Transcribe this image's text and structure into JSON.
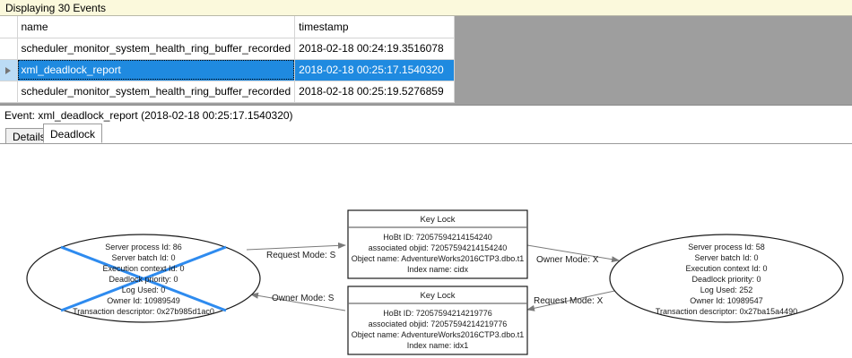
{
  "banner": {
    "text": "Displaying 30 Events"
  },
  "grid": {
    "columns": [
      "name",
      "timestamp"
    ],
    "rows": [
      {
        "selected": false,
        "name": "scheduler_monitor_system_health_ring_buffer_recorded",
        "timestamp": "2018-02-18 00:24:19.3516078"
      },
      {
        "selected": true,
        "name": "xml_deadlock_report",
        "timestamp": "2018-02-18 00:25:17.1540320"
      },
      {
        "selected": false,
        "name": "scheduler_monitor_system_health_ring_buffer_recorded",
        "timestamp": "2018-02-18 00:25:19.5276859"
      }
    ],
    "selection_indicator": "row-selector-triangle",
    "colors": {
      "selection": "#1f8ae0",
      "selector_bg": "#bcdcf5",
      "empty_area": "#9e9e9e"
    }
  },
  "event": {
    "header": "Event: xml_deadlock_report (2018-02-18 00:25:17.1540320)",
    "tabs": [
      {
        "label": "Details",
        "active": false
      },
      {
        "label": "Deadlock",
        "active": true
      }
    ]
  },
  "deadlock": {
    "victim_color": "#2e8bef",
    "process_left": {
      "victim": true,
      "lines": [
        "Server process Id: 86",
        "Server batch Id: 0",
        "Execution context Id: 0",
        "Deadlock priority: 0",
        "Log Used: 0",
        "Owner Id: 10989549",
        "Transaction descriptor: 0x27b985d1ac0"
      ]
    },
    "process_right": {
      "victim": false,
      "lines": [
        "Server process Id: 58",
        "Server batch Id: 0",
        "Execution context Id: 0",
        "Deadlock priority: 0",
        "Log Used: 252",
        "Owner Id: 10989547",
        "Transaction descriptor: 0x27ba15a4490"
      ]
    },
    "resource_top": {
      "title": "Key Lock",
      "lines": [
        "HoBt ID: 72057594214154240",
        "associated objid: 72057594214154240",
        "Object name: AdventureWorks2016CTP3.dbo.t1",
        "Index name: cidx"
      ]
    },
    "resource_bottom": {
      "title": "Key Lock",
      "lines": [
        "HoBt ID: 72057594214219776",
        "associated objid: 72057594214219776",
        "Object name: AdventureWorks2016CTP3.dbo.t1",
        "Index name: idx1"
      ]
    },
    "edges": [
      {
        "id": "left-request-top",
        "label": "Request Mode: S"
      },
      {
        "id": "left-owner-bottom",
        "label": "Owner Mode: S"
      },
      {
        "id": "right-owner-top",
        "label": "Owner Mode: X"
      },
      {
        "id": "right-request-bottom",
        "label": "Request Mode: X"
      }
    ]
  }
}
